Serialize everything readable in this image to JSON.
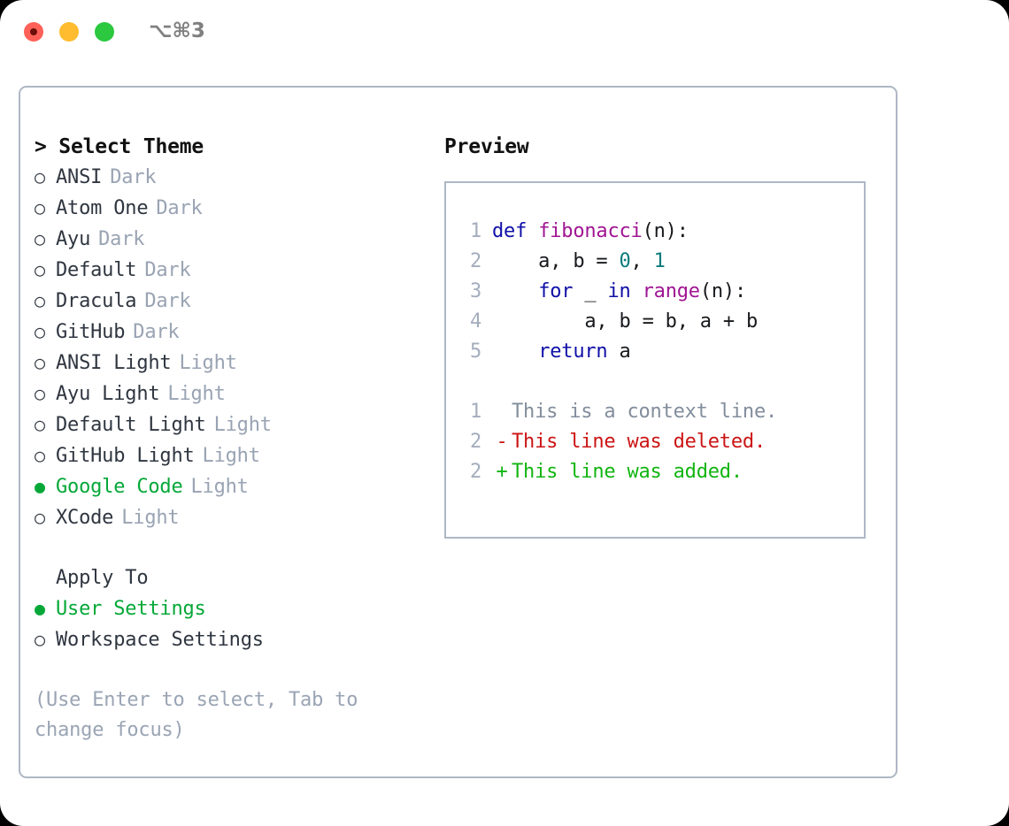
{
  "titlebar": {
    "shortcut": "⌥⌘3",
    "buttons": [
      {
        "name": "close",
        "color": "#ff6058"
      },
      {
        "name": "minimize",
        "color": "#febc2e"
      },
      {
        "name": "maximize",
        "color": "#2bc840"
      }
    ]
  },
  "colors": {
    "accent_green": "#05a838",
    "muted": "#99a3b3",
    "border": "#aeb7c4",
    "keyword": "#1010a8",
    "function": "#a01593",
    "number": "#0b7b7b",
    "diff_context": "#828d9c",
    "diff_deleted": "#cc1414",
    "diff_added": "#11b511"
  },
  "theme_list": {
    "heading": "> Select Theme",
    "marker_unselected": "○",
    "marker_selected": "●",
    "items": [
      {
        "label": "ANSI",
        "badge": "Dark",
        "selected": false
      },
      {
        "label": "Atom One",
        "badge": "Dark",
        "selected": false
      },
      {
        "label": "Ayu",
        "badge": "Dark",
        "selected": false
      },
      {
        "label": "Default",
        "badge": "Dark",
        "selected": false
      },
      {
        "label": "Dracula",
        "badge": "Dark",
        "selected": false
      },
      {
        "label": "GitHub",
        "badge": "Dark",
        "selected": false
      },
      {
        "label": "ANSI Light",
        "badge": "Light",
        "selected": false
      },
      {
        "label": "Ayu Light",
        "badge": "Light",
        "selected": false
      },
      {
        "label": "Default Light",
        "badge": "Light",
        "selected": false
      },
      {
        "label": "GitHub Light",
        "badge": "Light",
        "selected": false
      },
      {
        "label": "Google Code",
        "badge": "Light",
        "selected": true
      },
      {
        "label": "XCode",
        "badge": "Light",
        "selected": false
      }
    ]
  },
  "apply_to": {
    "heading": "Apply To",
    "items": [
      {
        "label": "User Settings",
        "selected": true
      },
      {
        "label": "Workspace Settings",
        "selected": false
      }
    ]
  },
  "hint": "(Use Enter to select, Tab to change focus)",
  "preview": {
    "heading": "Preview",
    "code_lines": [
      {
        "number": "1",
        "tokens": [
          {
            "text": "def ",
            "kind": "kw"
          },
          {
            "text": "fibonacci",
            "kind": "fn"
          },
          {
            "text": "(n):",
            "kind": "pl"
          }
        ]
      },
      {
        "number": "2",
        "tokens": [
          {
            "text": "    a, b = ",
            "kind": "pl"
          },
          {
            "text": "0",
            "kind": "num"
          },
          {
            "text": ", ",
            "kind": "pl"
          },
          {
            "text": "1",
            "kind": "num"
          }
        ]
      },
      {
        "number": "3",
        "tokens": [
          {
            "text": "    ",
            "kind": "pl"
          },
          {
            "text": "for",
            "kind": "kw"
          },
          {
            "text": " _ ",
            "kind": "pl"
          },
          {
            "text": "in",
            "kind": "kw"
          },
          {
            "text": " ",
            "kind": "pl"
          },
          {
            "text": "range",
            "kind": "fn"
          },
          {
            "text": "(n):",
            "kind": "pl"
          }
        ]
      },
      {
        "number": "4",
        "tokens": [
          {
            "text": "        a, b = b, a + b",
            "kind": "pl"
          }
        ]
      },
      {
        "number": "5",
        "tokens": [
          {
            "text": "    ",
            "kind": "pl"
          },
          {
            "text": "return",
            "kind": "kw"
          },
          {
            "text": " a",
            "kind": "pl"
          }
        ]
      }
    ],
    "diff_lines": [
      {
        "number": "1",
        "marker": " ",
        "text": "This is a context line.",
        "kind": "ctx"
      },
      {
        "number": "2",
        "marker": "-",
        "text": "This line was deleted.",
        "kind": "del"
      },
      {
        "number": "2",
        "marker": "+",
        "text": "This line was added.",
        "kind": "add"
      }
    ]
  }
}
